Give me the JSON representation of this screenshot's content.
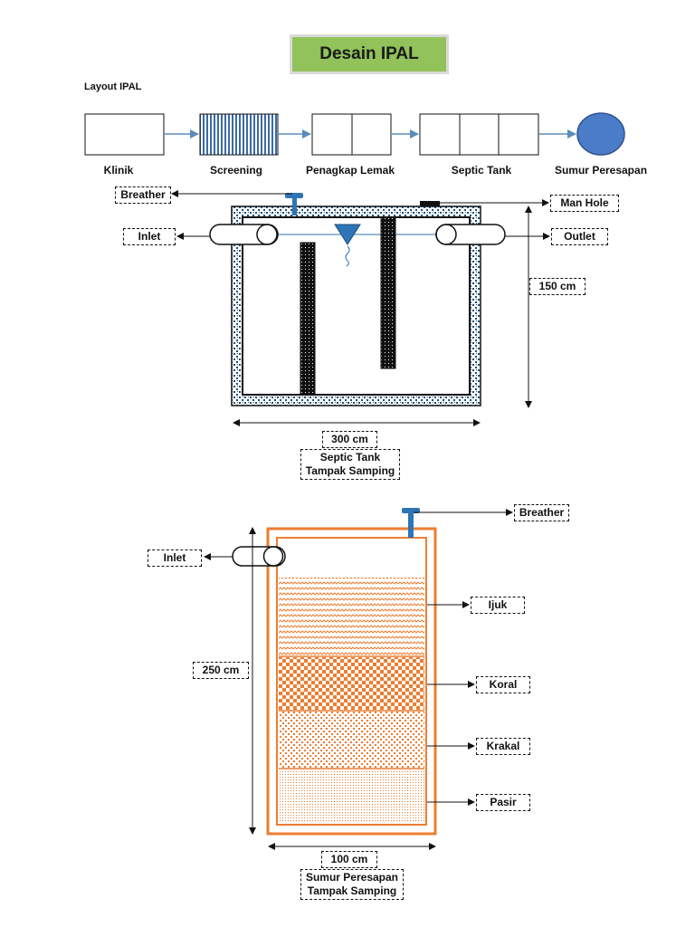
{
  "title": "Desain IPAL",
  "layout": {
    "heading": "Layout IPAL",
    "stages": [
      "Klinik",
      "Screening",
      "Penagkap Lemak",
      "Septic Tank",
      "Sumur Peresapan"
    ]
  },
  "septic_tank": {
    "breather": "Breather",
    "man_hole": "Man Hole",
    "inlet": "Inlet",
    "outlet": "Outlet",
    "height": "150 cm",
    "width": "300 cm",
    "caption_line1": "Septic Tank",
    "caption_line2": "Tampak Samping"
  },
  "sumur": {
    "breather": "Breather",
    "inlet": "Inlet",
    "layers": [
      "Ijuk",
      "Koral",
      "Krakal",
      "Pasir"
    ],
    "height": "250 cm",
    "width": "100 cm",
    "caption_line1": "Sumur Peresapan",
    "caption_line2": "Tampak Samping"
  },
  "colors": {
    "title_fill": "#92c25a",
    "flow_arrow": "#5b8db8",
    "tank_wall": "#1f4e79",
    "sumur_wall": "#ed7d31",
    "circle_fill": "#4a7cc7"
  }
}
